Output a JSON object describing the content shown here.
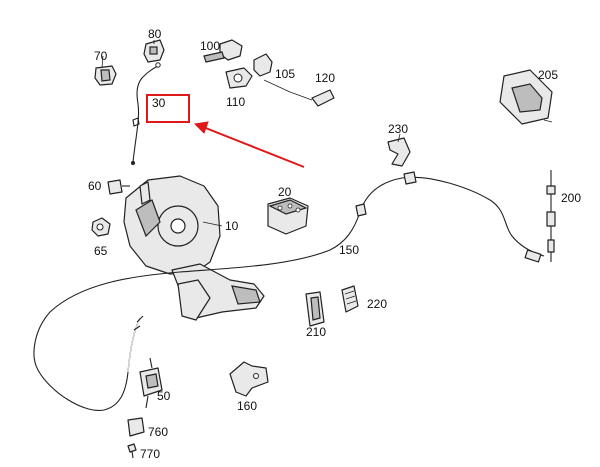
{
  "labels": {
    "p10": "10",
    "p20": "20",
    "p30": "30",
    "p50": "50",
    "p60": "60",
    "p65": "65",
    "p70": "70",
    "p80": "80",
    "p100": "100",
    "p105": "105",
    "p110": "110",
    "p120": "120",
    "p150": "150",
    "p160": "160",
    "p200": "200",
    "p205": "205",
    "p210": "210",
    "p220": "220",
    "p230": "230",
    "p760": "760",
    "p770": "770"
  },
  "colors": {
    "highlight": "#e01818",
    "line": "#222222",
    "part_fill": "#e9e9e9"
  }
}
